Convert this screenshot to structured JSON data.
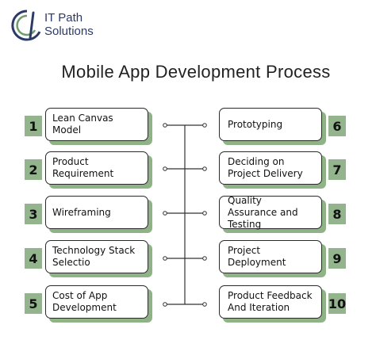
{
  "brand": {
    "line1": "IT Path",
    "line2": "Solutions"
  },
  "title": "Mobile App Development Process",
  "colors": {
    "accent_green": "#93b48c",
    "card_border": "#2a2a2a",
    "brand_navy": "#2b3a67"
  },
  "steps": [
    {
      "num": "1",
      "label": "Lean Canvas Model"
    },
    {
      "num": "2",
      "label": "Product Requirement"
    },
    {
      "num": "3",
      "label": "Wireframing"
    },
    {
      "num": "4",
      "label": "Technology Stack Selectio"
    },
    {
      "num": "5",
      "label": "Cost of App Development"
    },
    {
      "num": "6",
      "label": "Prototyping"
    },
    {
      "num": "7",
      "label": "Deciding on Project Delivery"
    },
    {
      "num": "8",
      "label": "Quality Assurance and Testing"
    },
    {
      "num": "9",
      "label": "Project Deployment"
    },
    {
      "num": "10",
      "label": "Product Feedback And Iteration"
    }
  ]
}
